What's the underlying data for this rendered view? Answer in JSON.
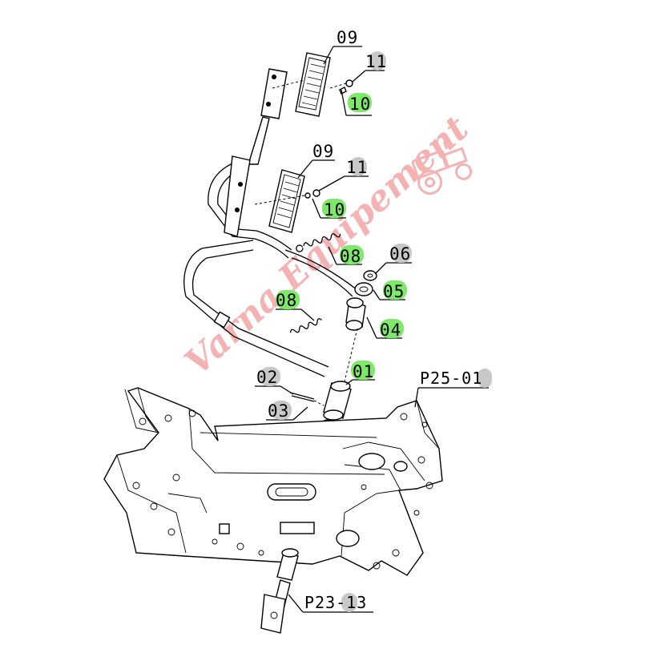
{
  "diagram": {
    "callouts": [
      {
        "id": "c09a",
        "text": "09",
        "highlight": "none"
      },
      {
        "id": "c11a",
        "text": "11",
        "highlight": "gray"
      },
      {
        "id": "c10a",
        "text": "10",
        "highlight": "green"
      },
      {
        "id": "c09b",
        "text": "09",
        "highlight": "none"
      },
      {
        "id": "c11b",
        "text": "11",
        "highlight": "gray"
      },
      {
        "id": "c10b",
        "text": "10",
        "highlight": "green"
      },
      {
        "id": "c08a",
        "text": "08",
        "highlight": "green"
      },
      {
        "id": "c06",
        "text": "06",
        "highlight": "gray"
      },
      {
        "id": "c05",
        "text": "05",
        "highlight": "green"
      },
      {
        "id": "c08b",
        "text": "08",
        "highlight": "green"
      },
      {
        "id": "c04",
        "text": "04",
        "highlight": "green"
      },
      {
        "id": "c01",
        "text": "01",
        "highlight": "green"
      },
      {
        "id": "c02",
        "text": "02",
        "highlight": "gray"
      },
      {
        "id": "c03",
        "text": "03",
        "highlight": "gray"
      }
    ],
    "refs": [
      {
        "id": "rP25",
        "text": "P25-01"
      },
      {
        "id": "rP23",
        "text": "P23-13"
      }
    ],
    "highlight_colors": {
      "green": "#7ee86a",
      "gray": "#c8c8c8"
    }
  },
  "watermark": {
    "text": "Varna Equipement",
    "color": "#f4b2b2",
    "icon": "tractor-icon"
  }
}
